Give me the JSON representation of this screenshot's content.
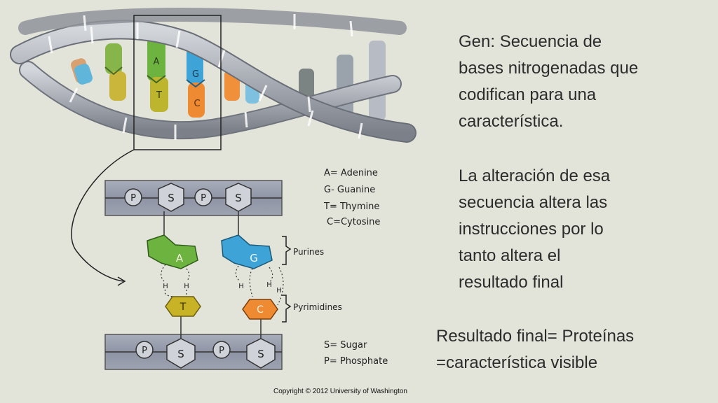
{
  "slide": {
    "definition_lines": [
      "Gen: Secuencia de",
      "bases nitrogenadas que",
      "codifican para una",
      "característica."
    ],
    "alteration_lines": [
      "La alteración de esa",
      "secuencia altera las",
      "instrucciones por lo",
      "tanto altera el",
      "resultado final"
    ],
    "result_lines": [
      "Resultado final= Proteínas",
      "=característica visible"
    ]
  },
  "figure": {
    "helix_letters": {
      "a": "A",
      "t": "T",
      "g": "G",
      "c": "C"
    },
    "legend": {
      "adenine": "A= Adenine",
      "guanine": "G- Guanine",
      "thymine": "T= Thymine",
      "cytosine": "C=Cytosine",
      "sugar": "S= Sugar",
      "phosphate": "P= Phosphate"
    },
    "brackets": {
      "purines": "Purines",
      "pyrimidines": "Pyrimidines"
    },
    "nodes": {
      "phosphate": "P",
      "sugar": "S",
      "hydrogen": "H"
    },
    "bases": {
      "a": "A",
      "t": "T",
      "g": "G",
      "c": "C"
    },
    "copyright": "Copyright © 2012 University of Washington"
  },
  "colors": {
    "background": "#e2e3d9",
    "adenine": "#6db33f",
    "thymine": "#c8b326",
    "guanine": "#3ea3d6",
    "cytosine": "#ee8a32",
    "backbone": "#a7abb3"
  }
}
